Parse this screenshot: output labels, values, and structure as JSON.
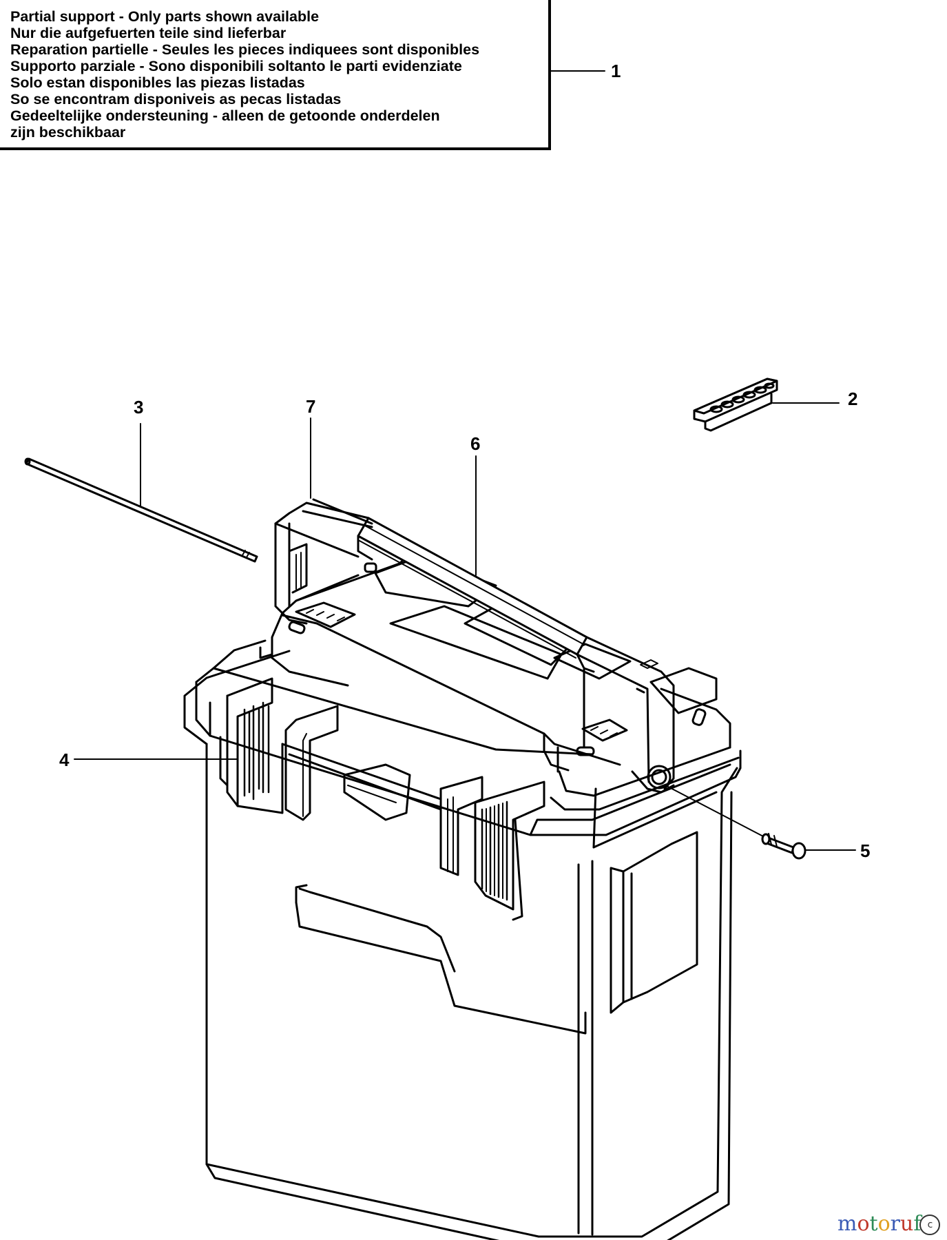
{
  "notice": {
    "lines": [
      "Partial support - Only parts shown available",
      "Nur die aufgefuerten teile sind lieferbar",
      "Reparation partielle - Seules les pieces indiquees sont disponibles",
      "Supporto parziale - Sono disponibili soltanto le parti evidenziate",
      "Solo estan disponibles las piezas listadas",
      "So se encontram disponiveis as pecas listadas",
      "Gedeeltelijke ondersteuning - alleen de getoonde onderdelen",
      "zijn beschikbaar"
    ]
  },
  "callouts": {
    "c1": "1",
    "c2": "2",
    "c3": "3",
    "c4": "4",
    "c5": "5",
    "c6": "6",
    "c7": "7"
  },
  "watermark": {
    "letters": [
      {
        "ch": "m",
        "color": "#3b5bb5"
      },
      {
        "ch": "o",
        "color": "#c0392b"
      },
      {
        "ch": "t",
        "color": "#2e8b57"
      },
      {
        "ch": "o",
        "color": "#e0a020"
      },
      {
        "ch": "r",
        "color": "#3b5bb5"
      },
      {
        "ch": "u",
        "color": "#c0392b"
      },
      {
        "ch": "f",
        "color": "#2e8b57"
      }
    ],
    "circle_glyph": "c"
  },
  "colors": {
    "ink": "#000000",
    "paper": "#ffffff"
  }
}
